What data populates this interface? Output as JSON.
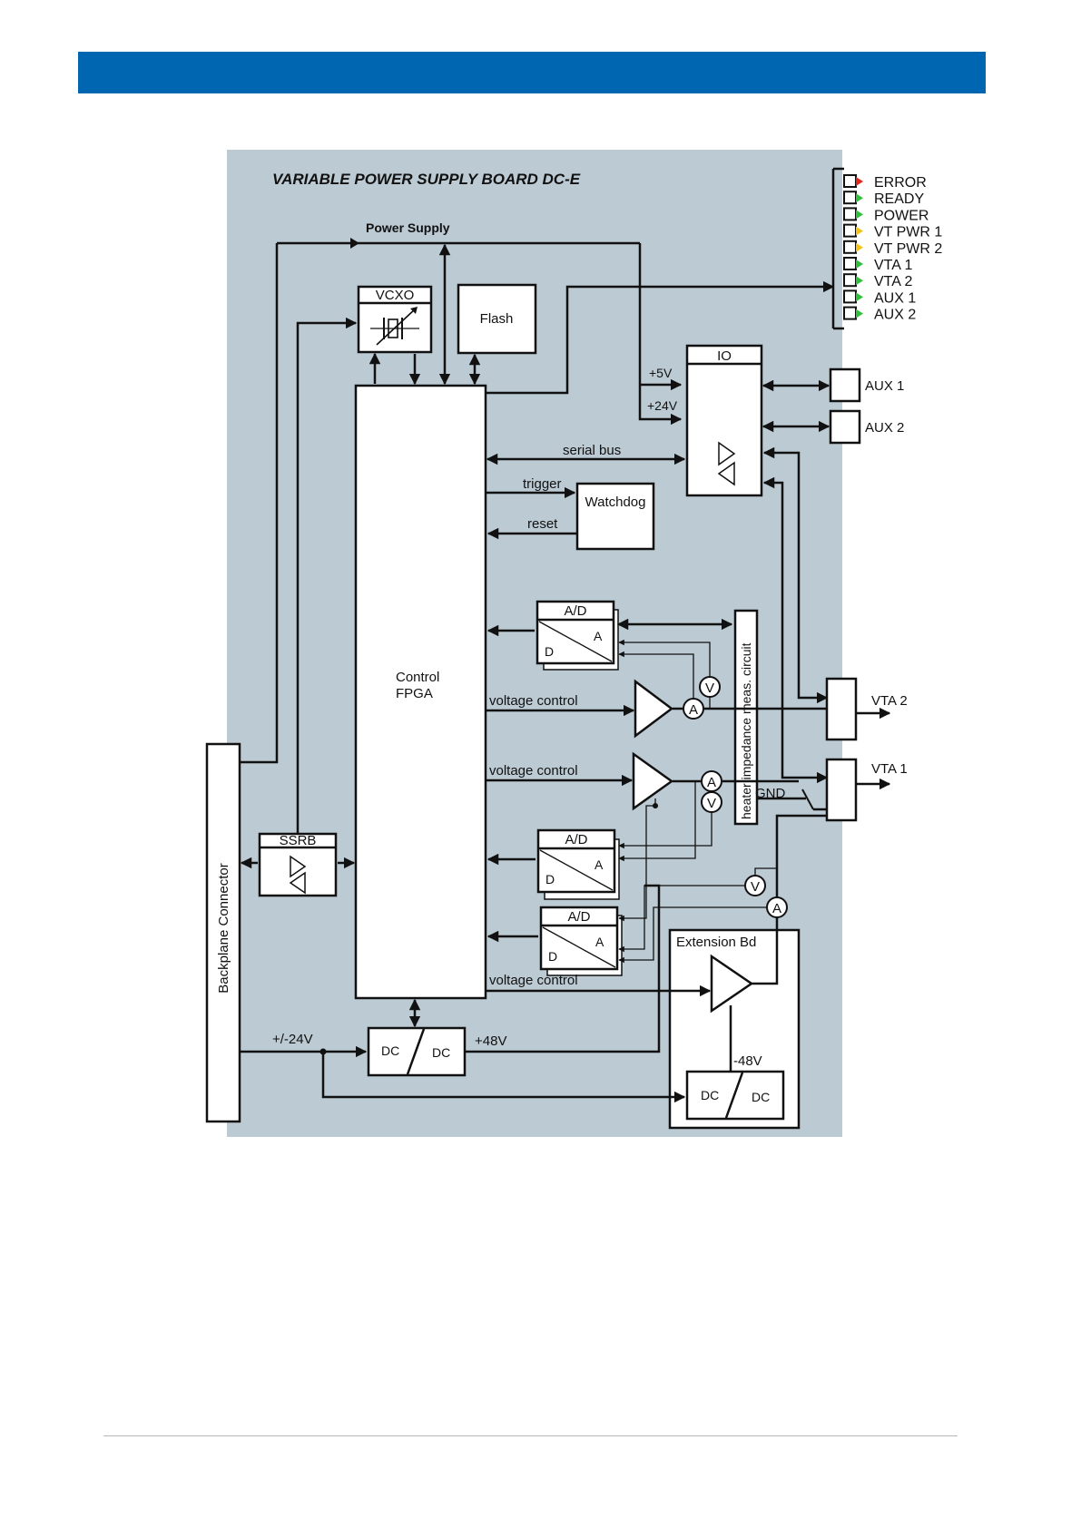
{
  "colors": {
    "header": "#0066b2",
    "board_background": "#bccad3",
    "led_red": "#e0261d",
    "led_green": "#2fbf3a",
    "led_yellow": "#f2c21b"
  },
  "board": {
    "title": "VARIABLE POWER SUPPLY BOARD DC-E"
  },
  "leds": [
    {
      "label": "ERROR",
      "color": "red"
    },
    {
      "label": "READY",
      "color": "green"
    },
    {
      "label": "POWER",
      "color": "green"
    },
    {
      "label": "VT PWR 1",
      "color": "yellow"
    },
    {
      "label": "VT PWR 2",
      "color": "yellow"
    },
    {
      "label": "VTA 1",
      "color": "green"
    },
    {
      "label": "VTA 2",
      "color": "green"
    },
    {
      "label": "AUX 1",
      "color": "green"
    },
    {
      "label": "AUX 2",
      "color": "green"
    }
  ],
  "labels": {
    "power_supply": "Power Supply",
    "vcxo": "VCXO",
    "flash": "Flash",
    "io": "IO",
    "plus5v": "+5V",
    "plus24v": "+24V",
    "aux1": "AUX 1",
    "aux2": "AUX 2",
    "serial_bus": "serial bus",
    "trigger": "trigger",
    "reset": "reset",
    "watchdog": "Watchdog",
    "control_line1": "Control",
    "control_line2": "FPGA",
    "ad": "A/D",
    "a": "A",
    "d": "D",
    "voltage_control": "voltage control",
    "heater": "heater impedance meas. circuit",
    "v": "V",
    "vta2": "VTA 2",
    "vta1": "VTA 1",
    "gnd": "GND",
    "backplane": "Backplane Connector",
    "ssrb": "SSRB",
    "extension": "Extension Bd",
    "dc": "DC",
    "pm24v": "+/-24V",
    "plus48v": "+48V",
    "minus48v": "-48V"
  }
}
